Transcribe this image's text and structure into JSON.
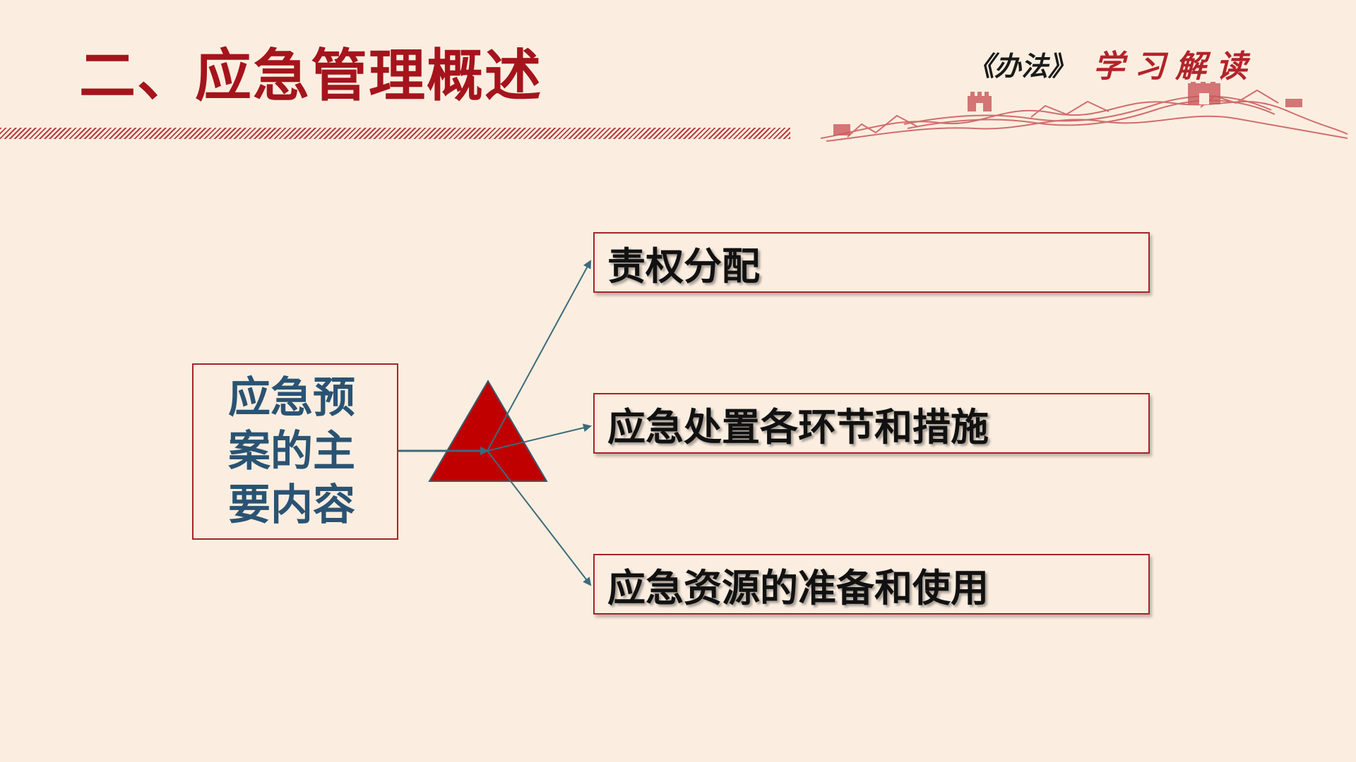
{
  "header": {
    "title": "二、应急管理概述",
    "brand_quote": "《办法》",
    "brand_study": "学习解读"
  },
  "diagram": {
    "source": "应急预案的主要内容",
    "targets": [
      "责权分配",
      "应急处置各环节和措施",
      "应急资源的准备和使用"
    ]
  },
  "colors": {
    "background": "#fbeee0",
    "accent_red": "#a5141c",
    "source_text": "#2a5373",
    "arrow": "#3b6b7a",
    "triangle": "#c00000"
  }
}
